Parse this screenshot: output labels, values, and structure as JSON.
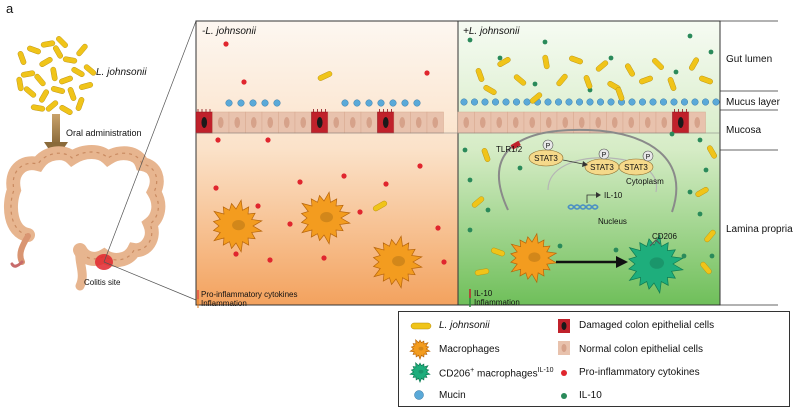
{
  "panel_letter": "a",
  "left": {
    "bacteria_label": "L. johnsonii",
    "oral_label": "Oral administration",
    "colitis_label": "Colitis site"
  },
  "panels": {
    "minus_title": "-L. johnsonii",
    "plus_title": "+L. johnsonii",
    "minus_bottom_1": "Pro-inflammatory cytokines",
    "minus_bottom_2": "Inflammation",
    "plus_bottom_1": "IL-10",
    "plus_bottom_2": "Inflammation"
  },
  "layers": {
    "lumen": "Gut lumen",
    "mucus": "Mucus layer",
    "mucosa": "Mucosa",
    "lamina": "Lamina propria"
  },
  "pathway": {
    "receptor": "TLR1/2",
    "stat3_a": "STAT3",
    "stat3_b": "STAT3",
    "stat3_c": "STAT3",
    "p": "P",
    "cytoplasm": "Cytoplasm",
    "il10": "IL-10",
    "nucleus": "Nucleus",
    "cd206": "CD206"
  },
  "legend": {
    "johnsonii": "L. johnsonii",
    "macrophages": "Macrophages",
    "cd206_macro": "CD206",
    "cd206_sup_plus": "+",
    "cd206_macro_rest": " macrophages",
    "cd206_sup_il10": "IL-10",
    "mucin": "Mucin",
    "damaged": "Damaged colon epithelial cells",
    "normal": "Normal colon epithelial cells",
    "cytokines": "Pro-inflammatory cytokines",
    "il10": "IL-10"
  },
  "colors": {
    "bacteria": "#f0c419",
    "damaged_cell": "#c0212b",
    "normal_cell": "#e8c2ad",
    "macrophage": "#f39c1f",
    "cd206_macrophage": "#1eae7c",
    "cytokine": "#e0262e",
    "il10_dot": "#2a8a5a",
    "mucin": "#5aa9d8"
  }
}
